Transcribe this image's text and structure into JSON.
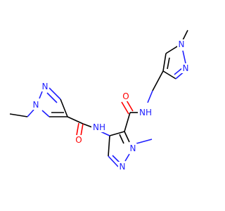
{
  "molecule": {
    "colors": {
      "carbon_bond": "#000000",
      "nitrogen": "#1f1fff",
      "oxygen": "#ff0000",
      "background": "#ffffff"
    },
    "atom_labels": {
      "n_methylpyrazole_top": "N",
      "n_methylpyrazole_right": "N",
      "amide_nh_right": "NH",
      "amide_o_right": "O",
      "amide_nh_left": "NH",
      "n_central_ring_methyl": "N",
      "n_central_ring": "N",
      "amide_o_left": "O",
      "n_ethylpyrazole": "N",
      "n_ethylpyrazole_top": "N"
    }
  }
}
